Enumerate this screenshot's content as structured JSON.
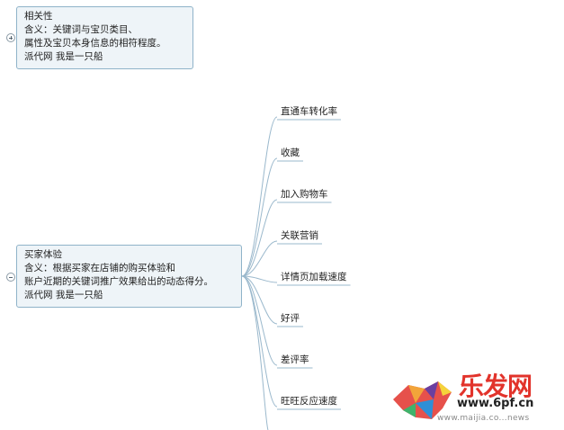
{
  "nodes": {
    "relevance": {
      "lines": [
        "相关性",
        "含义：关键词与宝贝类目、",
        "属性及宝贝本身信息的相符程度。",
        "派代网 我是一只船"
      ]
    },
    "experience": {
      "lines": [
        "买家体验",
        "含义：根据买家在店铺的购买体验和",
        "账户近期的关键词推广效果给出的动态得分。",
        "派代网 我是一只船"
      ]
    }
  },
  "experience_children": [
    "直通车转化率",
    "收藏",
    "加入购物车",
    "关联营销",
    "详情页加载速度",
    "好评",
    "差评率",
    "旺旺反应速度"
  ],
  "watermark": {
    "brand": "乐发网",
    "url": "www.6pf.cn",
    "sub": "www.maijia.co...news"
  },
  "colors": {
    "connector": "#9ab8cc",
    "node_fill": "#eef4f8",
    "node_border": "#8fb3c9",
    "watermark_red": "#e2332b"
  },
  "icons": {
    "collapse_toggle": "minus-circle-icon",
    "expand_toggle": "plus-circle-icon"
  }
}
